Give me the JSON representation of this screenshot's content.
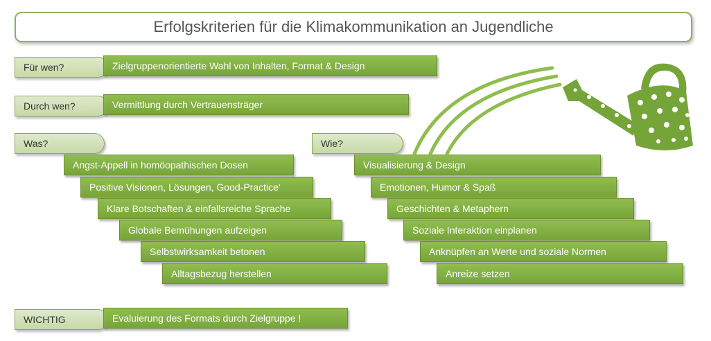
{
  "title": "Erfolgskriterien für die Klimakommunikation an Jugendliche",
  "rows": {
    "fuer_wen": {
      "label": "Für wen?",
      "text": "Zielgruppenorientierte  Wahl von Inhalten, Format & Design"
    },
    "durch_wen": {
      "label": "Durch wen?",
      "text": "Vermittlung durch Vertrauensträger"
    },
    "wichtig": {
      "label": "WICHTIG",
      "text": "Evaluierung  des Formats durch Zielgruppe  !"
    }
  },
  "was": {
    "label": "Was?",
    "items": [
      "Angst-Appell in homöopathischen Dosen",
      "Positive Visionen, Lösungen, Good-Practice‘",
      "Klare Botschaften & einfallsreiche Sprache",
      "Globale Bemühungen aufzeigen",
      "Selbstwirksamkeit betonen",
      "Alltagsbezug herstellen"
    ]
  },
  "wie": {
    "label": "Wie?",
    "items": [
      "Visualisierung & Design",
      "Emotionen, Humor & Spaß",
      "Geschichten & Metaphern",
      "Soziale Interaktion einplanen",
      "Anknüpfen an Werte und soziale Normen",
      "Anreize setzen"
    ]
  },
  "colors": {
    "green": "#7aaa3c",
    "pill": "#d4e2b8",
    "border": "#8db05b"
  },
  "icons": [
    "watering-can-icon"
  ]
}
